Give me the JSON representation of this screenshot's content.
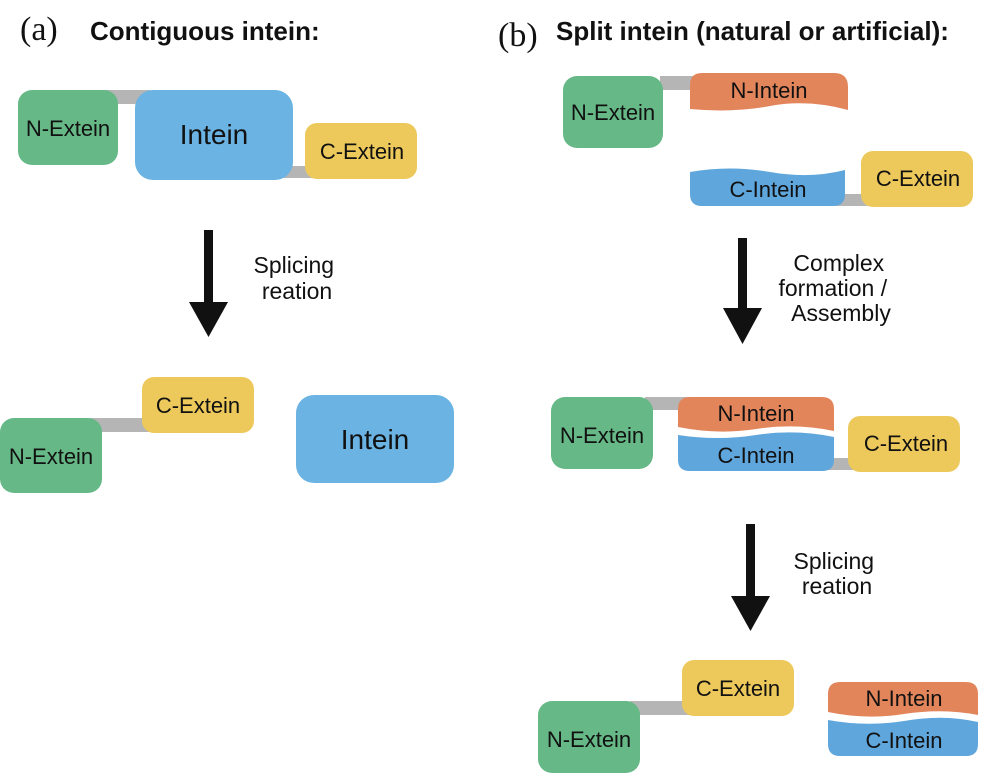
{
  "colors": {
    "n_extein": "#66b987",
    "c_extein": "#edc95c",
    "intein": "#6ab3e2",
    "n_intein": "#e3855b",
    "c_intein": "#5fa6dc",
    "linker": "#b5b5b5",
    "arrow": "#111111"
  },
  "panel_a": {
    "letter": "(a)",
    "title": "Contiguous intein:",
    "before": {
      "n_extein": "N-Extein",
      "intein": "Intein",
      "c_extein": "C-Extein"
    },
    "step_label_lines": [
      "Splicing",
      "reation"
    ],
    "after": {
      "c_extein": "C-Extein",
      "n_extein": "N-Extein",
      "intein": "Intein"
    }
  },
  "panel_b": {
    "letter": "(b)",
    "title": "Split intein (natural or artificial):",
    "before": {
      "n_extein": "N-Extein",
      "n_intein": "N-Intein",
      "c_intein": "C-Intein",
      "c_extein": "C-Extein"
    },
    "step1_label_lines": [
      "Complex",
      "formation /",
      "Assembly"
    ],
    "complex": {
      "n_extein": "N-Extein",
      "n_intein": "N-Intein",
      "c_intein": "C-Intein",
      "c_extein": "C-Extein"
    },
    "step2_label_lines": [
      "Splicing",
      "reation"
    ],
    "after": {
      "c_extein": "C-Extein",
      "n_extein": "N-Extein",
      "n_intein": "N-Intein",
      "c_intein": "C-Intein"
    }
  }
}
